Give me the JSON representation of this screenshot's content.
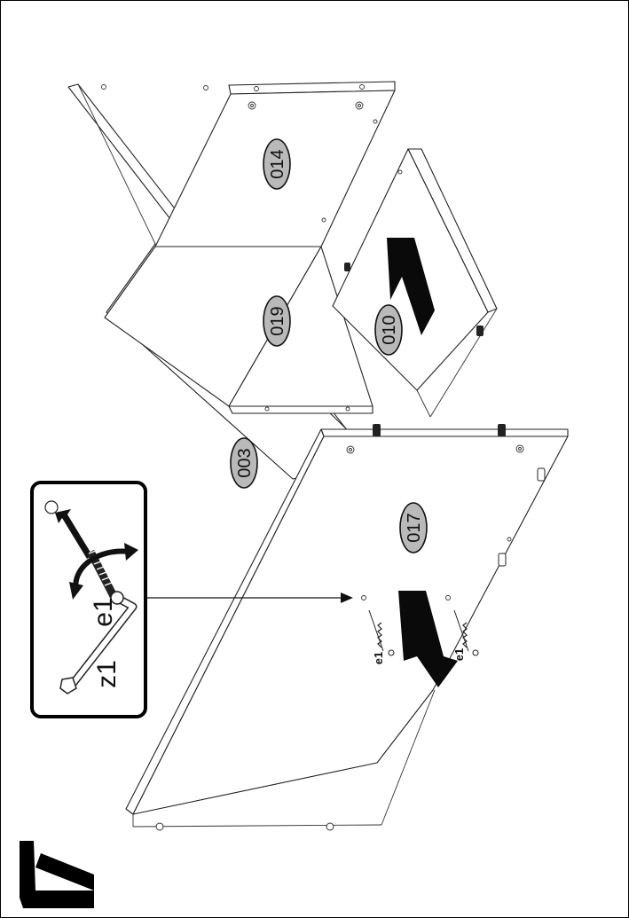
{
  "step": {
    "number": "7"
  },
  "parts": {
    "part_014": "014",
    "part_019": "019",
    "part_010": "010",
    "part_003": "003",
    "part_017": "017"
  },
  "hardware": {
    "screw_label": "e1",
    "screw_label_2": "e1",
    "detail_screw_label": "e1",
    "detail_tool_label": "z1"
  }
}
